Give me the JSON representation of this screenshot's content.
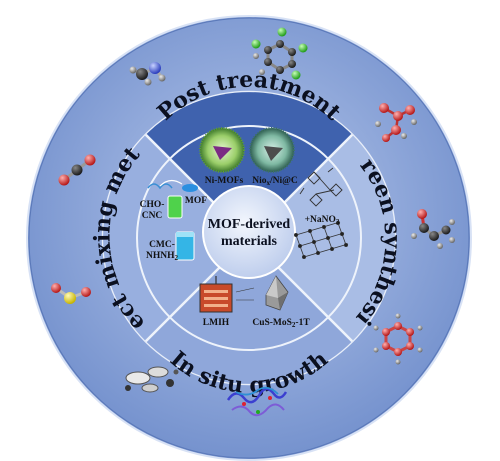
{
  "center": {
    "line1": "MOF-derived",
    "line2": "materials"
  },
  "sectors": {
    "top": "Post treatment",
    "right": "Green synthesis",
    "bottom": "In situ growth",
    "left": "Direct mixing method"
  },
  "labels": {
    "ni_mofs": "Ni-MOFs",
    "niox": "Nio",
    "niox_sub": "x",
    "niox_rest": "/Ni@C",
    "cho_cnc_1": "CHO-",
    "cho_cnc_2": "CNC",
    "mof": "MOF",
    "cmc_1": "CMC-",
    "cmc_2": "NHNH",
    "cmc_sub": "2",
    "nano3_1": "+NaNO",
    "nano3_sub": "3",
    "lmih": "LMIH",
    "cus_1": "CuS-MoS",
    "cus_sub": "2",
    "cus_2": "-1T"
  },
  "colors": {
    "outer_ring": "#7e9ad2",
    "inner_top": "#3a5ca8",
    "inner_other": "#9fb4e0",
    "center": "#dde7f7"
  },
  "molecules": [
    "methylamine",
    "chlorobenzene",
    "nitro-aromatic",
    "acetone",
    "co2",
    "so2",
    "benzene",
    "fragments",
    "protein"
  ]
}
